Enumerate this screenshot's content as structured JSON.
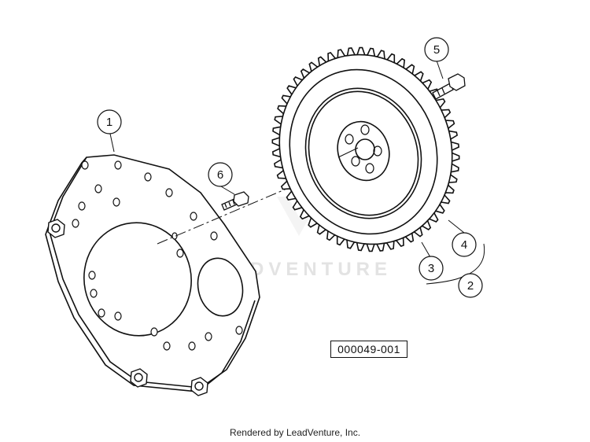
{
  "callouts": [
    {
      "id": "callout-1",
      "label": "1"
    },
    {
      "id": "callout-2",
      "label": "2"
    },
    {
      "id": "callout-3",
      "label": "3"
    },
    {
      "id": "callout-4",
      "label": "4"
    },
    {
      "id": "callout-5",
      "label": "5"
    },
    {
      "id": "callout-6",
      "label": "6"
    }
  ],
  "part_number": "000049-001",
  "watermark_text": "LEADVENTURE",
  "footer": "Rendered by LeadVenture, Inc."
}
